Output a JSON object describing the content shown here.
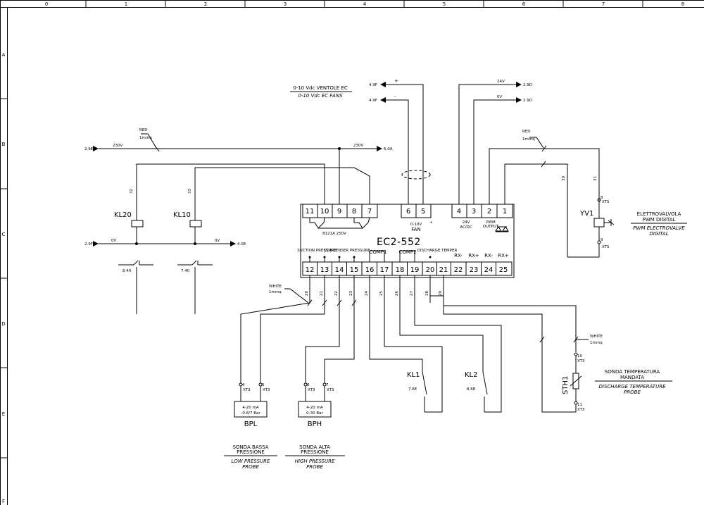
{
  "grid": {
    "columns": [
      "0",
      "1",
      "2",
      "3",
      "4",
      "5",
      "6",
      "7",
      "8"
    ],
    "rows": [
      "A",
      "B",
      "C",
      "D",
      "E",
      "F"
    ]
  },
  "controller": {
    "model": "EC2-552",
    "top_terminals": [
      "11",
      "10",
      "9",
      "8",
      "7",
      "6",
      "5",
      "4",
      "3",
      "2",
      "1"
    ],
    "bottom_terminals": [
      "12",
      "13",
      "14",
      "15",
      "16",
      "17",
      "18",
      "19",
      "20",
      "21",
      "22",
      "23",
      "24",
      "25"
    ],
    "label_8121a": "8121A 250V",
    "fan_range": "0-10V",
    "fan_label": "FAN",
    "label_24vac": "24V",
    "label_acdc": "AC/DC",
    "label_pwm": "PWM",
    "label_output": "OUTPUT",
    "suction_pressure": "SUCTION PRESSURE",
    "condenser_pressure": "CONDENSER PRESSURE",
    "discharge_temp": "DISCHARGE TEMPER",
    "comp1": "COMP1",
    "comp2": "COMP2",
    "rx_labels": [
      "RX-",
      "RX+",
      "RX-",
      "RX+"
    ]
  },
  "fans": {
    "title_it": "0-10 Vdc VENTOLE EC",
    "title_en": "0-10 Vdc EC FANS",
    "ref_plus": "4.9F",
    "ref_minus": "4.9F",
    "plus": "+",
    "minus": "-"
  },
  "supply_24v": {
    "v24": "24V",
    "v0": "0V",
    "ref1": "2.9D",
    "ref2": "2.9D"
  },
  "mains": {
    "ref_left": "2.9E",
    "v230_left": "230V",
    "v230_right": "230V",
    "ref_right": "6.0A",
    "red": "RED",
    "section": "1mmq"
  },
  "neutral": {
    "ref_left": "2.9F",
    "v0_left": "0V",
    "v0_right": "0V",
    "ref_right": "4.0E"
  },
  "relays": {
    "kl20": "KL20",
    "kl10": "KL10",
    "kl20_contact": "8.40",
    "kl10_contact": "7.40",
    "wire32": "32",
    "wire33": "33"
  },
  "valve": {
    "red": "RED",
    "section": "1mmq",
    "wire30": "30",
    "wire31": "31",
    "name": "YV1",
    "xt5_8": "8",
    "xt5_9": "9",
    "xt5": "XT5",
    "title_it": "ELETTROVALVOLA",
    "sub_it": "PWM DIGITAL",
    "title_en": "PWM ELECTROVALVE",
    "sub_en": "DIGITAL"
  },
  "probes": {
    "white": "WHITE",
    "section": "1mmq",
    "wires": [
      "20",
      "21",
      "22",
      "23",
      "24",
      "25",
      "26",
      "27",
      "28",
      "29"
    ],
    "bpl_name": "BPL",
    "bpl_range1": "4-20 mA",
    "bpl_range2": "-0.8/7 Bar",
    "bph_name": "BPH",
    "bph_range1": "4-20 mA",
    "bph_range2": "0-30 Bar",
    "xt3": "XT3",
    "t4": "4",
    "t5": "5",
    "t6": "6",
    "t7": "7",
    "low_it1": "SONDA BASSA",
    "low_it2": "PRESSIONE",
    "low_en1": "LOW PRESSURE",
    "low_en2": "PROBE",
    "high_it1": "SONDA ALTA",
    "high_it2": "PRESSIONE",
    "high_en1": "HIGH PRESSURE",
    "high_en2": "PROBE"
  },
  "comp_relays": {
    "kl1": "KL1",
    "kl1_ref": "7.6E",
    "kl2": "KL2",
    "kl2_ref": "8.6E"
  },
  "discharge": {
    "white": "WHITE",
    "section": "1mmq",
    "name": "STH1",
    "t10": "10",
    "t11": "11",
    "xt3": "XT3",
    "title_it1": "SONDA TEMPERATURA",
    "title_it2": "MANDATA",
    "title_en1": "DISCHARGE TEMPERATURE",
    "title_en2": "PROBE"
  }
}
